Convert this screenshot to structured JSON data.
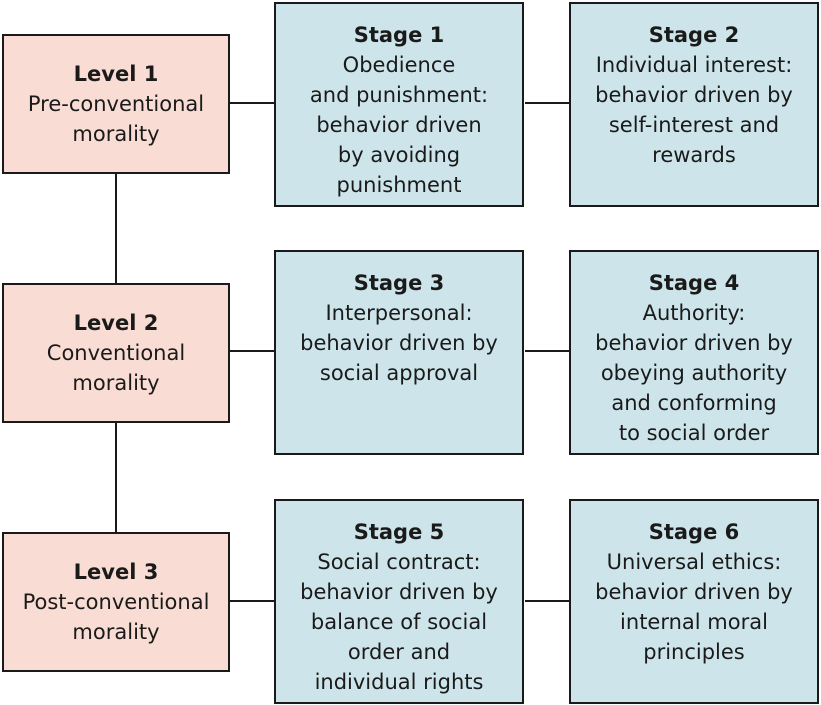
{
  "diagram": {
    "levels": [
      {
        "title": "Level 1",
        "text": "Pre-conventional\nmorality"
      },
      {
        "title": "Level 2",
        "text": "Conventional\nmorality"
      },
      {
        "title": "Level 3",
        "text": "Post-conventional\nmorality"
      }
    ],
    "stages": [
      {
        "title": "Stage 1",
        "text": "Obedience\nand punishment:\nbehavior driven\nby avoiding\npunishment"
      },
      {
        "title": "Stage 2",
        "text": "Individual interest:\nbehavior driven by\nself-interest and\nrewards"
      },
      {
        "title": "Stage 3",
        "text": "Interpersonal:\nbehavior driven by\nsocial approval"
      },
      {
        "title": "Stage 4",
        "text": "Authority:\nbehavior driven by\nobeying authority\nand conforming\nto social order"
      },
      {
        "title": "Stage 5",
        "text": "Social contract:\nbehavior driven by\nbalance of social\norder and\nindividual rights"
      },
      {
        "title": "Stage 6",
        "text": "Universal ethics:\nbehavior driven by\ninternal moral\nprinciples"
      }
    ],
    "colors": {
      "level_fill": "#f9dcd3",
      "stage_fill": "#cde5ea",
      "outline": "#1a1a1a"
    }
  }
}
